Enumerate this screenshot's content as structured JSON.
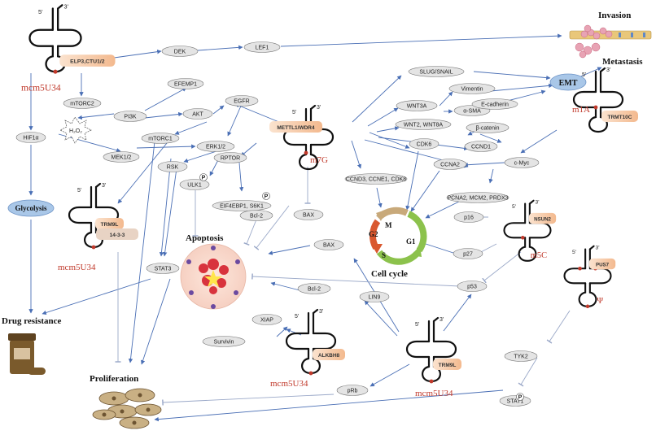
{
  "titles": {
    "invasion": "Invasion",
    "metastasis": "Metastasis",
    "emt": "EMT",
    "apoptosis": "Apoptosis",
    "proliferation": "Proliferation",
    "drug_resistance": "Drug resistance",
    "cell_cycle": "Cell cycle",
    "glycolysis": "Glycolysis"
  },
  "enzymes": {
    "elp3": "ELP3,CTU1/2",
    "mettl1": "METTL1/WDR4",
    "trmt10c": "TRMT10C",
    "trm9l_left": "TRM9L",
    "trm9l_right": "TRM9L",
    "alkbh8": "ALKBH8",
    "nsun2": "NSUN2",
    "pus7": "PUS7",
    "p1433": "14-3-3"
  },
  "modifications": {
    "mcm5u34_a": "mcm5U34",
    "m7g": "m7G",
    "m1a": "m1A",
    "mcm5u34_b": "mcm5U34",
    "m5c": "m5C",
    "psi": "Ψ",
    "mcm5u34_c": "mcm5U34",
    "mcm5u34_d": "mcm5U34"
  },
  "trna_ends": {
    "five": "5'",
    "three": "3'"
  },
  "cell_cycle_phases": {
    "m": "M",
    "g1": "G1",
    "s": "S",
    "g2": "G2"
  },
  "nodes": {
    "dek": "DEK",
    "lef1": "LEF1",
    "slug": "SLUG/SNAIL",
    "vimentin": "Vimentin",
    "wnt3a": "WNT3A",
    "asma": "α-SMA",
    "ecadherin": "E-cadherin",
    "wnt2": "WNT2, WNT8A",
    "bcatenin": "β-catenin",
    "efemp1": "EFEMP1",
    "egfr": "EGFR",
    "mtorc2": "mTORC2",
    "pi3k": "PI3K",
    "akt": "AKT",
    "hif1a": "HIF1α",
    "h2o2": "H₂O₂",
    "mtorc1": "mTORC1",
    "mek12": "MEK1/2",
    "erk12": "ERK1/2",
    "rptor": "RPTOR",
    "rsk": "RSK",
    "ulk1": "ULK1",
    "eif4ebp1": "EIF4EBP1, S6K1",
    "bcl2_a": "Bcl-2",
    "bax_a": "BAX",
    "cdk6": "CDK6",
    "ccnd1": "CCND1",
    "cmyc": "c-Myc",
    "ccna2": "CCNA2",
    "ccnd3": "CCND3, CCNE1, CDK8",
    "pcna2": "PCNA2, MCM2, PRDX3",
    "p16": "p16",
    "p27": "p27",
    "p53": "p53",
    "bax_b": "BAX",
    "bcl2_b": "Bcl-2",
    "lin9": "LIN9",
    "xiap": "XIAP",
    "survivin": "Survivin",
    "stat3": "STAT3",
    "tyk2": "TYK2",
    "stat1": "STAT1",
    "prb": "pRb"
  },
  "phospho": "P",
  "colors": {
    "arrow": "#4a6fb5",
    "inhibit": "#9aa8c8",
    "node_fill": "#e4e4e4",
    "node_stroke": "#777777",
    "enzyme_fill": "#f7c9a4",
    "mod_red": "#c0392b",
    "emt_fill": "#a9c7e8",
    "glyco_fill": "#a9c7e8"
  }
}
